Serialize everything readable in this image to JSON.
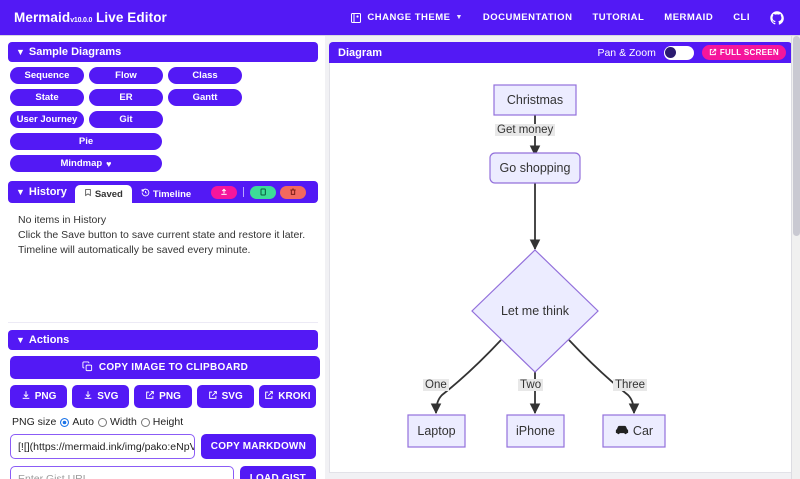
{
  "navbar": {
    "brand_name": "Mermaid",
    "brand_version": "v10.0.0",
    "brand_suffix": "Live Editor",
    "theme_button": "CHANGE THEME",
    "theme_icon": "palette-icon",
    "chevron_icon": "chevron-down-icon",
    "links": [
      {
        "label": "DOCUMENTATION",
        "name": "nav-documentation"
      },
      {
        "label": "TUTORIAL",
        "name": "nav-tutorial"
      },
      {
        "label": "MERMAID",
        "name": "nav-mermaid"
      },
      {
        "label": "CLI",
        "name": "nav-cli"
      }
    ],
    "github_icon": "github-icon"
  },
  "sidebar": {
    "samples": {
      "title": "Sample Diagrams",
      "caret_icon": "chevron-down-icon",
      "buttons": [
        {
          "label": "Sequence",
          "width": "w4"
        },
        {
          "label": "Flow",
          "width": "w4"
        },
        {
          "label": "Class",
          "width": "w4"
        },
        {
          "label": "State",
          "width": "w4"
        },
        {
          "label": "ER",
          "width": "w4"
        },
        {
          "label": "Gantt",
          "width": "w4"
        },
        {
          "label": "User Journey",
          "width": "w4"
        },
        {
          "label": "Git",
          "width": "w4"
        },
        {
          "label": "Pie",
          "width": "w2"
        }
      ],
      "mindmap_label": "Mindmap",
      "mindmap_heart": "♥"
    },
    "history": {
      "title": "History",
      "caret_icon": "chevron-down-icon",
      "tabs": [
        {
          "label": "Saved",
          "icon": "bookmark-icon",
          "active": true
        },
        {
          "label": "Timeline",
          "icon": "history-clock-icon",
          "active": false
        }
      ],
      "actions": [
        {
          "name": "save-history-button",
          "icon": "save-upload-icon",
          "color": "#f5169c"
        },
        {
          "name": "restore-history-button",
          "icon": "copy-icon",
          "color": "#3ddc97"
        },
        {
          "name": "delete-history-button",
          "icon": "trash-icon",
          "color": "#f1695f"
        }
      ],
      "empty_title": "No items in History",
      "empty_line2": "Click the Save button to save current state and restore it later.",
      "empty_line3": "Timeline will automatically be saved every minute."
    },
    "actions": {
      "title": "Actions",
      "caret_icon": "chevron-down-icon",
      "copy_image_label": "COPY IMAGE TO CLIPBOARD",
      "copy_image_icon": "clipboard-icon",
      "exports": [
        {
          "label": "PNG",
          "icon": "download-icon"
        },
        {
          "label": "SVG",
          "icon": "download-icon"
        },
        {
          "label": "PNG",
          "icon": "external-link-icon"
        },
        {
          "label": "SVG",
          "icon": "external-link-icon"
        },
        {
          "label": "KROKI",
          "icon": "external-link-icon"
        }
      ],
      "png_size_label": "PNG size",
      "png_size_options": [
        {
          "label": "Auto",
          "selected": true
        },
        {
          "label": "Width",
          "selected": false
        },
        {
          "label": "Height",
          "selected": false
        }
      ],
      "markdown_value": "[![](https://mermaid.ink/img/pako:eNpVj",
      "copy_markdown_label": "COPY MARKDOWN",
      "gist_placeholder": "Enter Gist URL",
      "gist_value": "",
      "load_gist_label": "LOAD GIST"
    }
  },
  "diagram": {
    "title": "Diagram",
    "pan_zoom_label": "Pan & Zoom",
    "pan_zoom_enabled": false,
    "fullscreen_label": "FULL SCREEN",
    "fullscreen_icon": "external-link-icon"
  },
  "chart_data": {
    "type": "diagram",
    "diagram_kind": "flowchart",
    "direction": "TD",
    "nodes": [
      {
        "id": "A",
        "label": "Christmas",
        "shape": "rect"
      },
      {
        "id": "B",
        "label": "Go shopping",
        "shape": "rounded"
      },
      {
        "id": "C",
        "label": "Let me think",
        "shape": "diamond"
      },
      {
        "id": "D",
        "label": "Laptop",
        "shape": "rect"
      },
      {
        "id": "E",
        "label": "iPhone",
        "shape": "rect"
      },
      {
        "id": "F",
        "label": "Car",
        "shape": "rect",
        "icon": "car-icon"
      }
    ],
    "edges": [
      {
        "from": "A",
        "to": "B",
        "label": "Get money"
      },
      {
        "from": "B",
        "to": "C",
        "label": ""
      },
      {
        "from": "C",
        "to": "D",
        "label": "One"
      },
      {
        "from": "C",
        "to": "E",
        "label": "Two"
      },
      {
        "from": "C",
        "to": "F",
        "label": "Three"
      }
    ],
    "node_fill": "#ececff",
    "node_stroke": "#9370db",
    "edge_stroke": "#333333",
    "edge_label_bg": "#e8e8e8"
  },
  "colors": {
    "brand_purple": "#5319f5",
    "accent_pink": "#f5169c",
    "accent_green": "#3ddc97",
    "accent_red": "#f1695f"
  }
}
